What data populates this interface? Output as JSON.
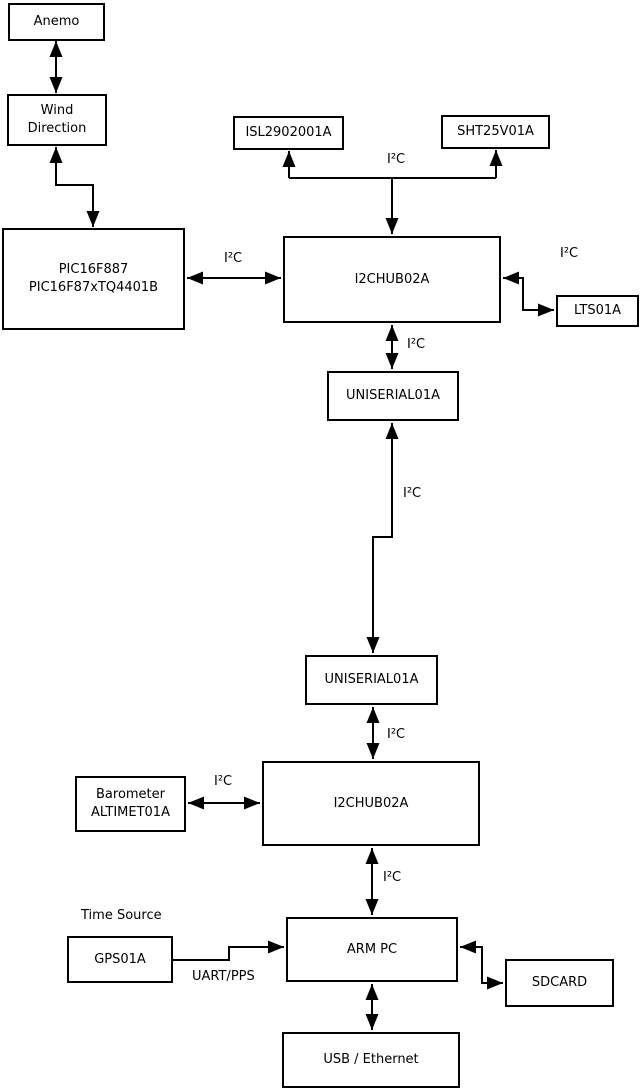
{
  "diagram": {
    "nodes": {
      "anemo": {
        "label": "Anemo"
      },
      "wind_direction": {
        "label": "Wind\nDirection"
      },
      "pic": {
        "label": "PIC16F887\nPIC16F87xTQ4401B"
      },
      "isl": {
        "label": "ISL2902001A"
      },
      "sht": {
        "label": "SHT25V01A"
      },
      "i2c_hub_upper": {
        "label": "I2CHUB02A"
      },
      "lts": {
        "label": "LTS01A"
      },
      "uniserial_upper": {
        "label": "UNISERIAL01A"
      },
      "uniserial_lower": {
        "label": "UNISERIAL01A"
      },
      "barometer": {
        "label": "Barometer\nALTIMET01A"
      },
      "i2c_hub_lower": {
        "label": "I2CHUB02A"
      },
      "gps": {
        "label": "GPS01A"
      },
      "arm_pc": {
        "label": "ARM PC"
      },
      "sdcard": {
        "label": "SDCARD"
      },
      "usb_ethernet": {
        "label": "USB / Ethernet"
      }
    },
    "edge_labels": {
      "i2c": "I²C",
      "uart_pps": "UART/PPS",
      "time_source": "Time Source"
    },
    "colors": {
      "line": "#000000",
      "background": "#ffffff"
    }
  }
}
